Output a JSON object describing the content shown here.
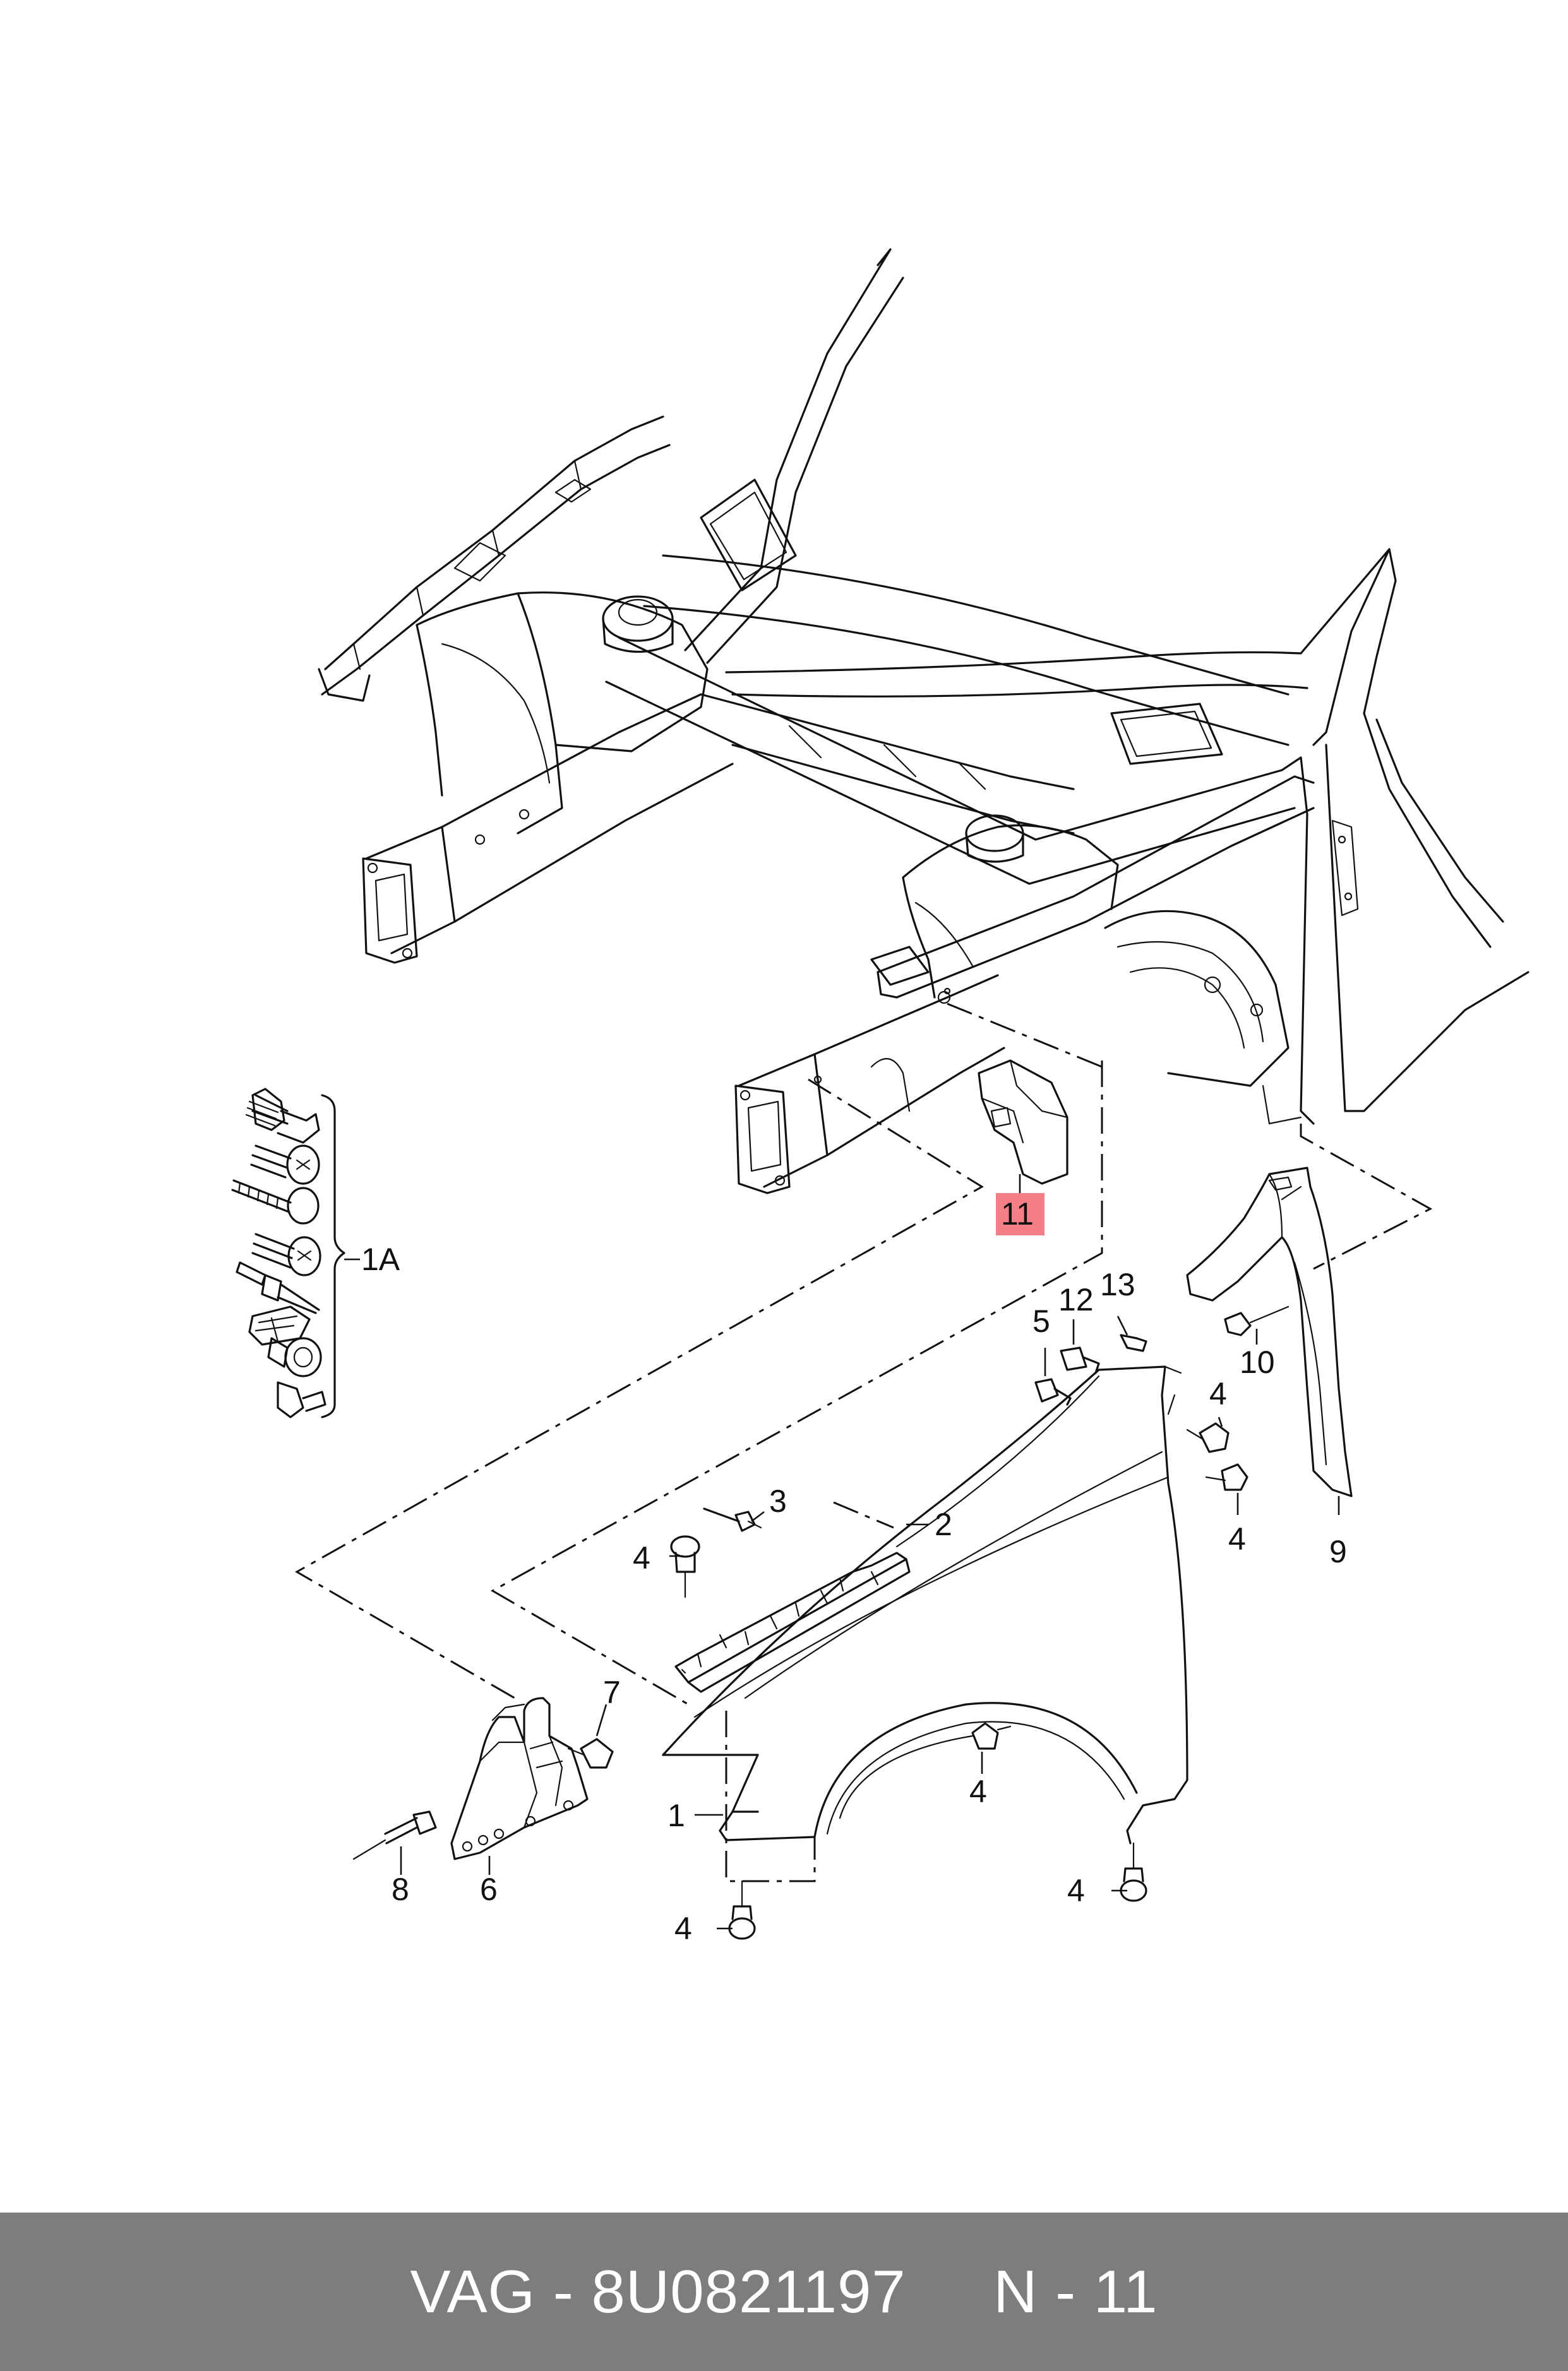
{
  "callouts": {
    "c1": "1",
    "c1A": "1A",
    "c2": "2",
    "c3": "3",
    "c4a": "4",
    "c4b": "4",
    "c4c": "4",
    "c4d": "4",
    "c4e": "4",
    "c4f": "4",
    "c5": "5",
    "c6": "6",
    "c7": "7",
    "c8": "8",
    "c9": "9",
    "c10": "10",
    "c11": "11",
    "c12": "12",
    "c13": "13"
  },
  "highlight": {
    "part": "11",
    "color": "#f47f86"
  },
  "footer": {
    "brand": "VAG",
    "sep": " - ",
    "part_number": "8U0821197",
    "gap": "     ",
    "ref": "N - 11",
    "background": "#7d7d7d",
    "text_color": "#ffffff"
  }
}
